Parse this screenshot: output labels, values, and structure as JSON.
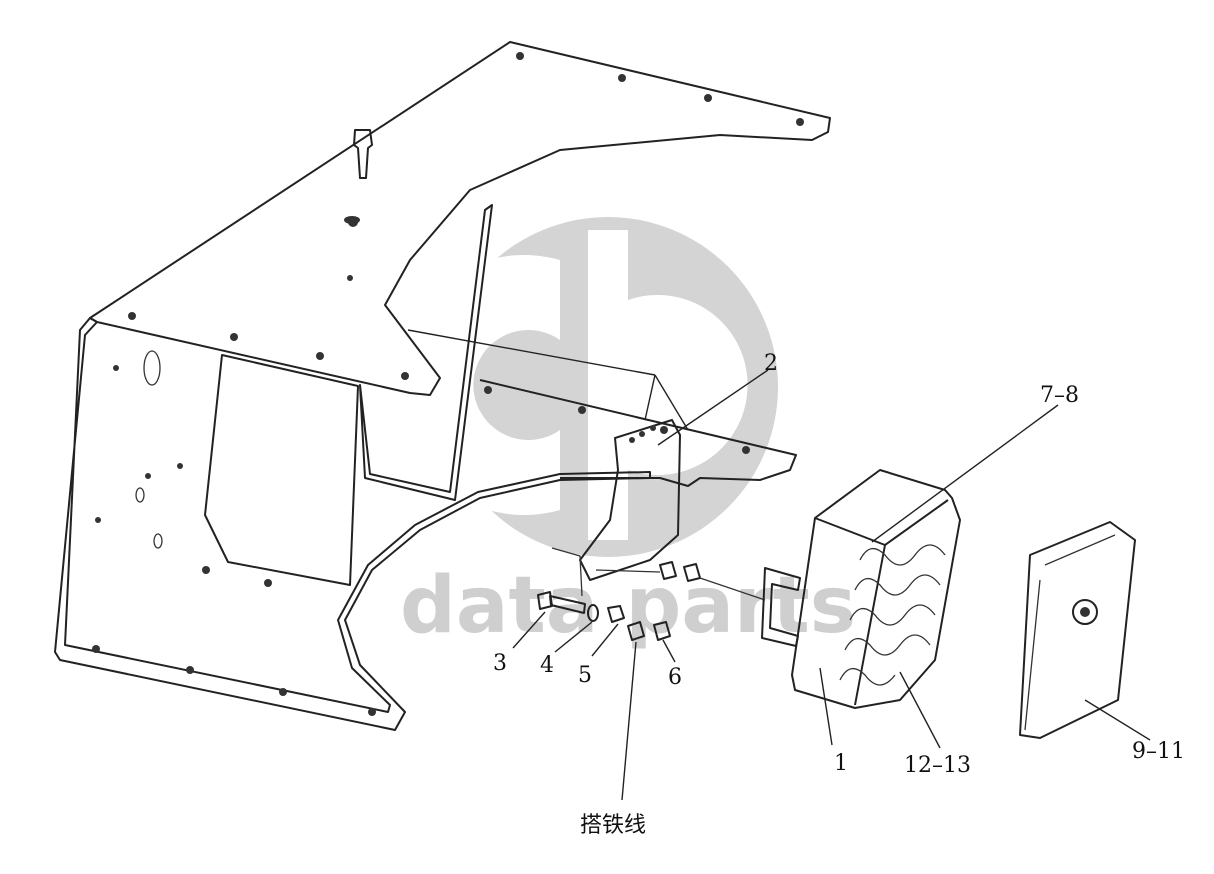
{
  "watermark": {
    "text": "data parts",
    "logo": "gd-logo"
  },
  "labels": {
    "l1": "1",
    "l2": "2",
    "l3": "3",
    "l4": "4",
    "l5": "5",
    "l6": "6",
    "l78": "7–8",
    "l911": "9–11",
    "l1213": "12–13",
    "lcn": "搭铁线"
  },
  "colors": {
    "line": "#222222",
    "watermark": "#cfcfcf",
    "background": "#ffffff"
  }
}
